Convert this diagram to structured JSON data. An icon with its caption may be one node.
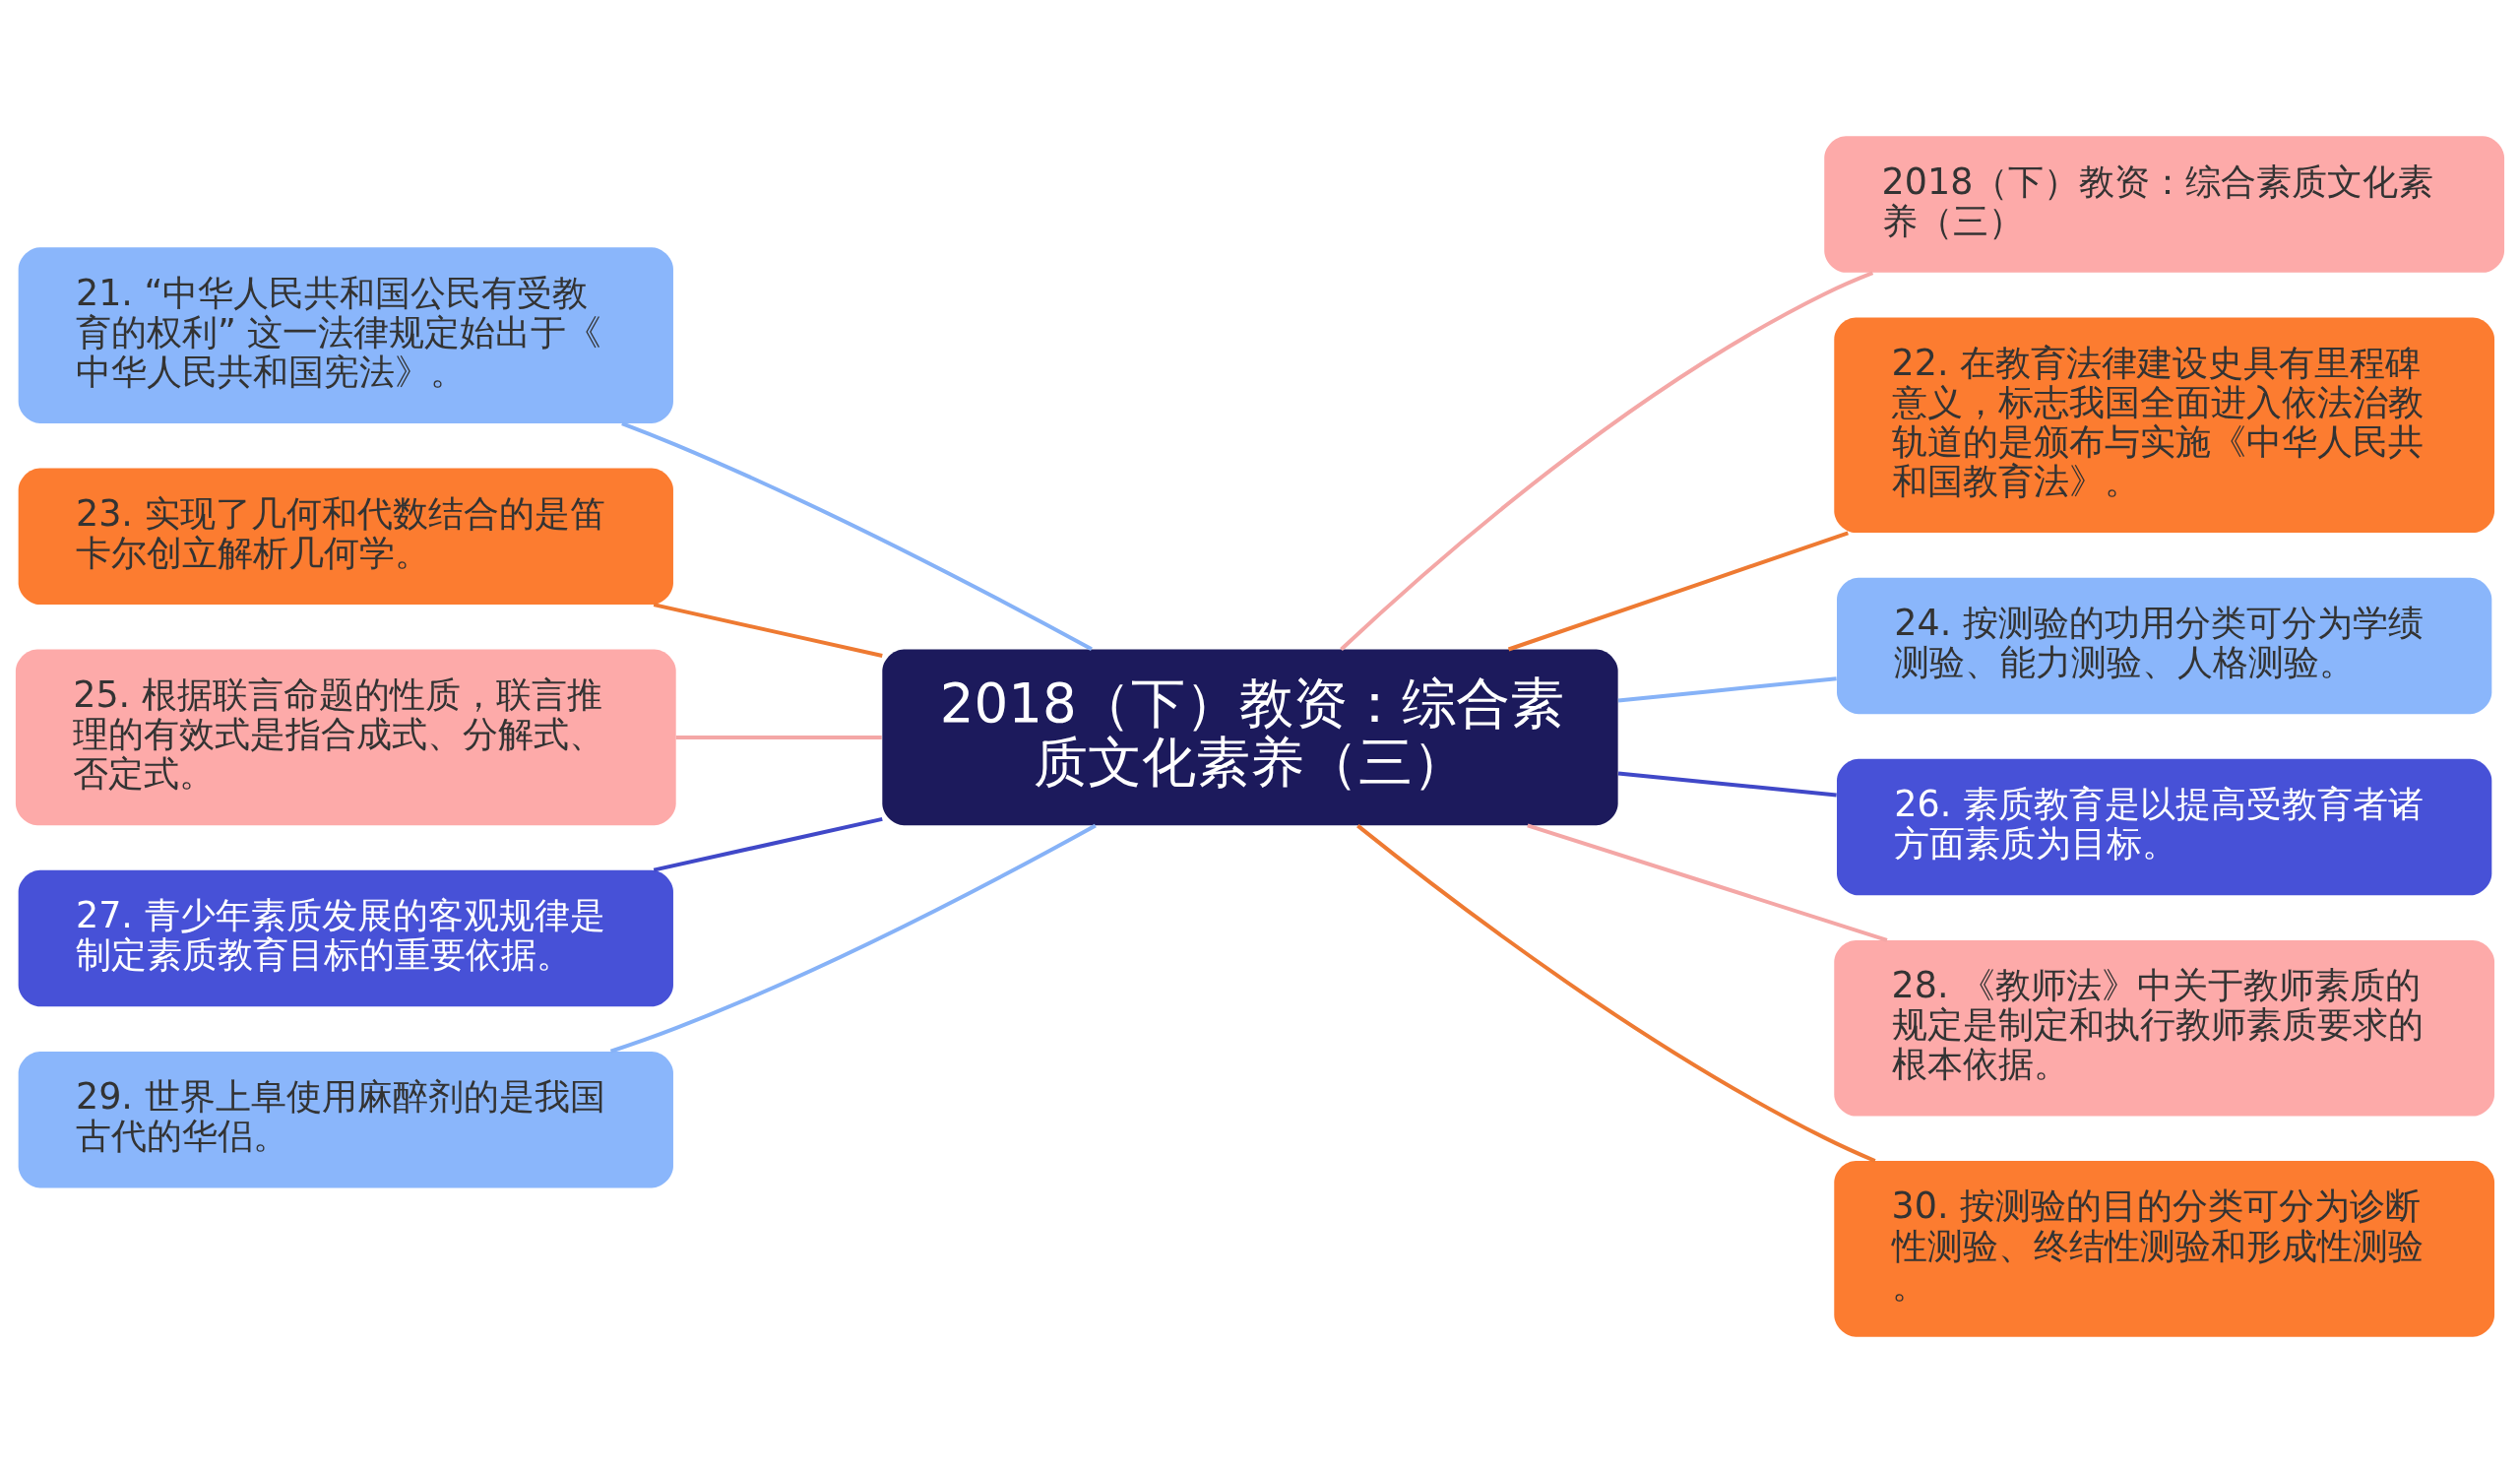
{
  "diagram": {
    "nodes": [
      {
        "text": [
          "2018（下）教资：综合素质文化素养（三）"
        ]
      },
      {
        "text": [
          "2018（下）教资：综合素质文化素养（三）"
        ]
      },
      {
        "text": [
          "21. “中华人民共和国公民有受教育的权利” 这一法律规定始出于《中华人民共和国宪法》。"
        ]
      },
      {
        "text": [
          "22. 在教育法律建设史具有里程碑意义，标志我国全面进入依法治教轨道的是颁布与实施《中华人民共和国教育法》。"
        ]
      },
      {
        "text": [
          "23. 实现了几何和代数结合的是笛卡尔创立解析几何学。"
        ]
      },
      {
        "text": [
          "24. 按测验的功用分类可分为学绩测验、能力测验、人格测验。"
        ]
      },
      {
        "text": [
          "25. 根据联言命题的性质，联言推理的有效式是指合成式、分解式、否定式。"
        ]
      },
      {
        "text": [
          "26. 素质教育是以提高受教育者诸方面素质为目标。"
        ]
      },
      {
        "text": [
          "27. 青少年素质发展的客观规律是制定素质教育目标的重要依据。"
        ]
      },
      {
        "text": [
          "28. 《教师法》中关于教师素质的规定是制定和执行教师素质要求的根本依据。"
        ]
      },
      {
        "text": [
          "29. 世界上阜使用麻醉剂的是我国古代的华侣。"
        ]
      },
      {
        "text": [
          "30. 按测验的目的分类可分为诊断性测验、终结性测验和形成性测验。"
        ]
      }
    ],
    "edges": [
      {
        "from": 0,
        "to": 1,
        "arrow": "none",
        "color": "#f4a7a6"
      },
      {
        "from": 0,
        "to": 2,
        "arrow": "none",
        "color": "#86b2f7"
      },
      {
        "from": 0,
        "to": 3,
        "arrow": "none",
        "color": "#ee7a32"
      },
      {
        "from": 0,
        "to": 4,
        "arrow": "none",
        "color": "#ee7a32"
      },
      {
        "from": 0,
        "to": 5,
        "arrow": "none",
        "color": "#86b2f7"
      },
      {
        "from": 0,
        "to": 6,
        "arrow": "none",
        "color": "#f4a7a6"
      },
      {
        "from": 0,
        "to": 7,
        "arrow": "none",
        "color": "#4048c8"
      },
      {
        "from": 0,
        "to": 8,
        "arrow": "none",
        "color": "#4048c8"
      },
      {
        "from": 0,
        "to": 9,
        "arrow": "none",
        "color": "#f4a7a6"
      },
      {
        "from": 0,
        "to": 10,
        "arrow": "none",
        "color": "#86b2f7"
      },
      {
        "from": 0,
        "to": 11,
        "arrow": "none",
        "color": "#ee7a32"
      }
    ]
  }
}
